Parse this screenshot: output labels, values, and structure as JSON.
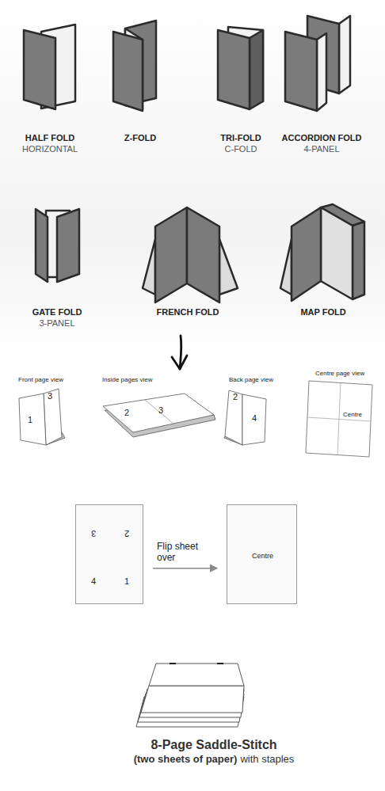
{
  "diagram": {
    "nodes": [
      {
        "text": [
          "3",
          "2",
          "4",
          "1"
        ]
      },
      {
        "text": [
          "Centre"
        ]
      }
    ],
    "edges": [
      {
        "from": 0,
        "to": 1,
        "arrow": "to",
        "label": "Flip sheet over"
      }
    ],
    "labels": [
      "HALF FOLD",
      "HORIZONTAL",
      "Z-FOLD",
      "TRI-FOLD",
      "C-FOLD",
      "ACCORDION FOLD",
      "4-PANEL",
      "GATE FOLD",
      "3-PANEL",
      "FRENCH FOLD",
      "MAP FOLD",
      "Front page view",
      "Inside pages view",
      "Back page view",
      "Centre page view",
      "1",
      "3",
      "2",
      "3",
      "2",
      "4",
      "Centre",
      "8-Page Saddle-Stitch",
      "(two sheets of paper)",
      "with staples"
    ]
  }
}
